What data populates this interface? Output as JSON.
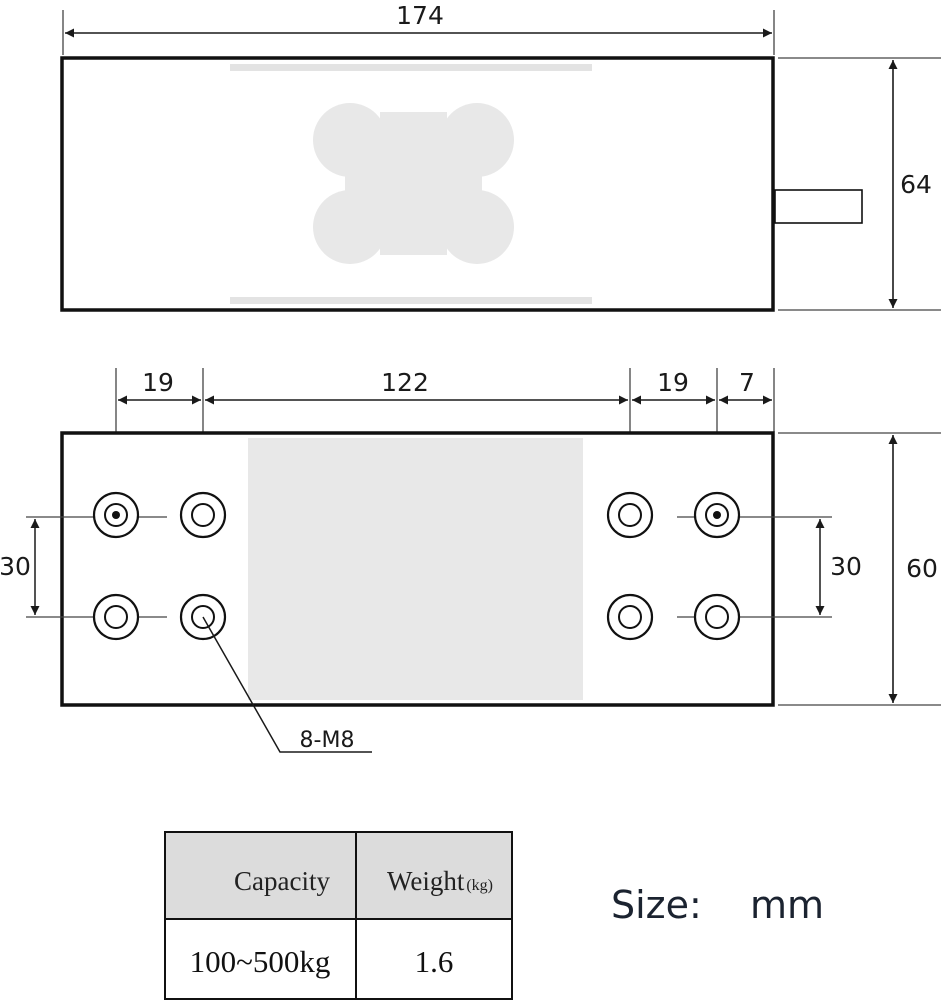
{
  "top_view": {
    "length": "174",
    "height": "64"
  },
  "bottom_view": {
    "spacing_left": "19",
    "spacing_center": "122",
    "spacing_right": "19",
    "offset_right": "7",
    "vertical_left": "30",
    "vertical_right": "30",
    "width": "60",
    "holes_label": "8-M8"
  },
  "spec_table": {
    "col1_header": "Capacity",
    "col2_header": "Weight",
    "col2_unit": "(kg)",
    "capacity": "100~500kg",
    "weight": "1.6"
  },
  "units": {
    "label": "Size:",
    "value": "mm"
  }
}
